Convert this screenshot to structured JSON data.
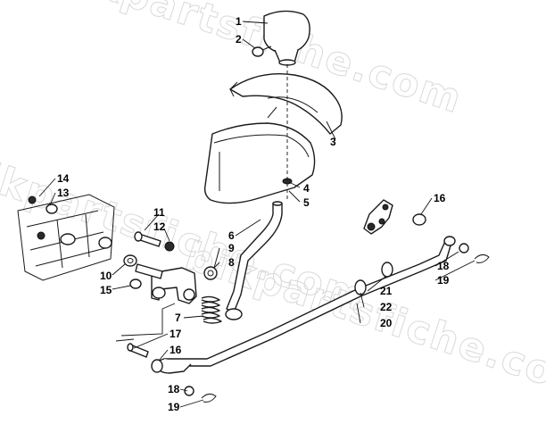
{
  "watermark": "bikpartsfiche.com",
  "callouts": {
    "c1": "1",
    "c2": "2",
    "c3": "3",
    "c4": "4",
    "c5": "5",
    "c6": "6",
    "c7": "7",
    "c8": "8",
    "c9": "9",
    "c10": "10",
    "c11": "11",
    "c12": "12",
    "c13": "13",
    "c14": "14",
    "c15": "15",
    "c16a": "16",
    "c16b": "16",
    "c17": "17",
    "c18a": "18",
    "c18b": "18",
    "c19a": "19",
    "c19b": "19",
    "c20": "20",
    "c21": "21",
    "c22": "22"
  }
}
